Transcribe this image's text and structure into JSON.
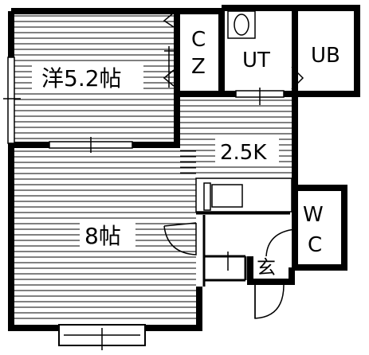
{
  "rooms": {
    "western_room": {
      "label": "洋5.2帖"
    },
    "closet": {
      "label_line1": "C",
      "label_line2": "Z"
    },
    "utility": {
      "label": "UT"
    },
    "unit_bath": {
      "label": "UB"
    },
    "kitchen": {
      "label": "2.5K"
    },
    "main_room": {
      "label": "8帖"
    },
    "toilet": {
      "label_line1": "W",
      "label_line2": "C"
    },
    "entrance": {
      "label": "玄"
    }
  },
  "colors": {
    "wall": "#000000",
    "floor_line": "#000000",
    "background": "#ffffff"
  }
}
